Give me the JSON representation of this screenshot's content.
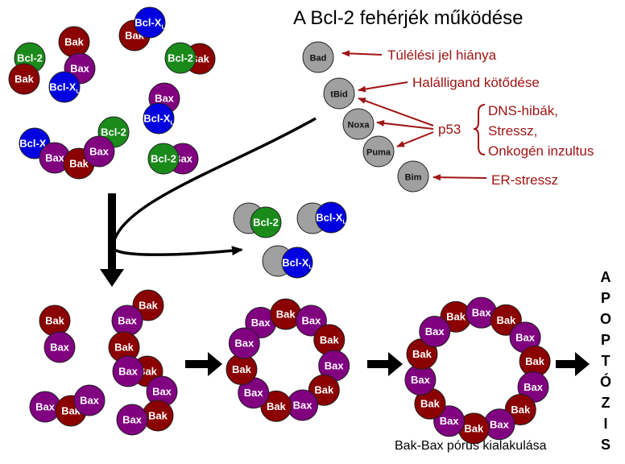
{
  "title": "A Bcl-2 fehérjék működése",
  "labels": {
    "bak": "Bak",
    "bax": "Bax",
    "bcl2": "Bcl-2",
    "bclx": "Bcl-X",
    "bclx_sub": "L"
  },
  "bh3": {
    "bad": "Bad",
    "tbid": "tBid",
    "noxa": "Noxa",
    "puma": "Puma",
    "bim": "Bim"
  },
  "signals": {
    "bad": "Túlélési jel hiánya",
    "tbid": "Halálligand kötődése",
    "p53": "p53",
    "p53_causes": [
      "DNS-hibák,",
      "Stressz,",
      "Onkogén inzultus"
    ],
    "bim": "ER-stressz"
  },
  "pore_caption": "Bak-Bax pórus kialakulása",
  "apoptosis_letters": [
    "A",
    "P",
    "O",
    "P",
    "T",
    "Ó",
    "Z",
    "I",
    "S"
  ],
  "colors": {
    "bak": "#8b0000",
    "bax": "#800080",
    "bcl2": "#1a8a1a",
    "bclx": "#0000e0",
    "bh3": "#a0a0a0",
    "signal": "#a01414",
    "arrow": "#000000"
  }
}
